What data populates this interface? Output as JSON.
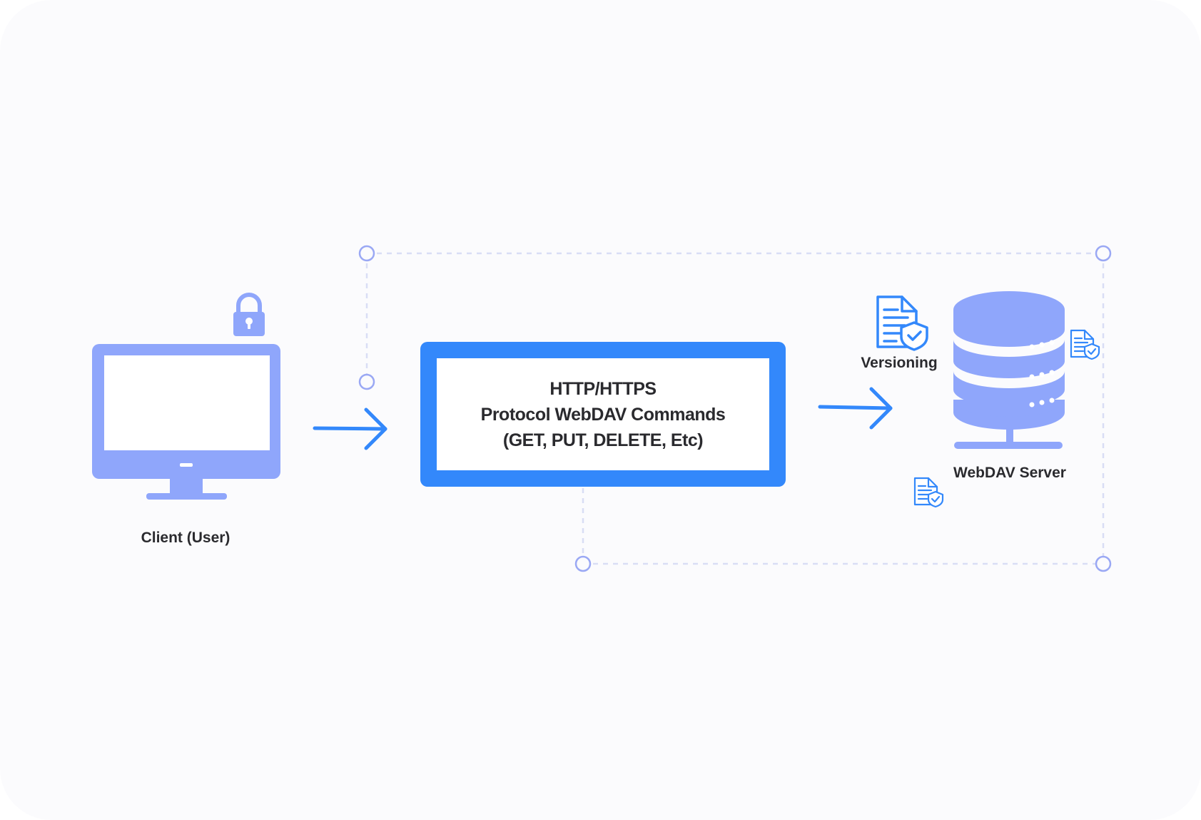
{
  "client": {
    "label": "Client (User)"
  },
  "protocol": {
    "line1": "HTTP/HTTPS",
    "line2": "Protocol WebDAV Commands",
    "line3": "(GET, PUT, DELETE, Etc)"
  },
  "versioning": {
    "label": "Versioning"
  },
  "server": {
    "label": "WebDAV Server"
  },
  "colors": {
    "accent_blue": "#3388fb",
    "device_purple": "#8fa6fb",
    "handle_purple": "#9aa8f4",
    "selection_dash": "#d9ddf5",
    "text": "#2a2a2e",
    "background": "#fbfbfd"
  },
  "icons": [
    "monitor-icon",
    "lock-icon",
    "document-shield-icon",
    "database-server-icon",
    "arrow-right-icon"
  ]
}
